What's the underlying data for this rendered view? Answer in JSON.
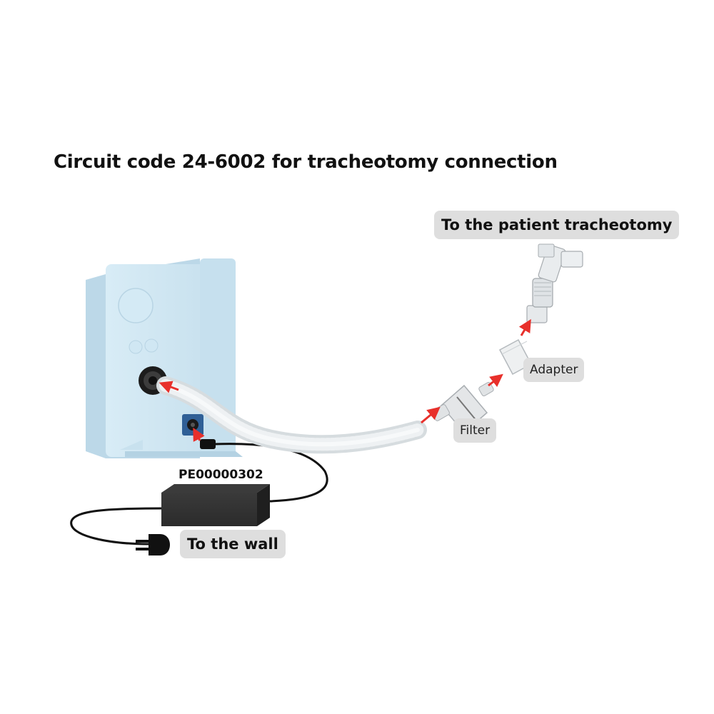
{
  "title": "Circuit code 24-6002 for tracheotomy connection",
  "labels": {
    "patient": "To the patient tracheotomy",
    "adapter": "Adapter",
    "filter": "Filter",
    "power_supply_code": "PE00000302",
    "wall": "To the wall"
  },
  "colors": {
    "device_body": "#cfe6f2",
    "arrow": "#e8302b",
    "label_bg": "#dedede",
    "power_brick": "#2b2b2b"
  },
  "icons": [
    "plug-icon",
    "power-socket-icon",
    "air-outlet-port-icon"
  ]
}
